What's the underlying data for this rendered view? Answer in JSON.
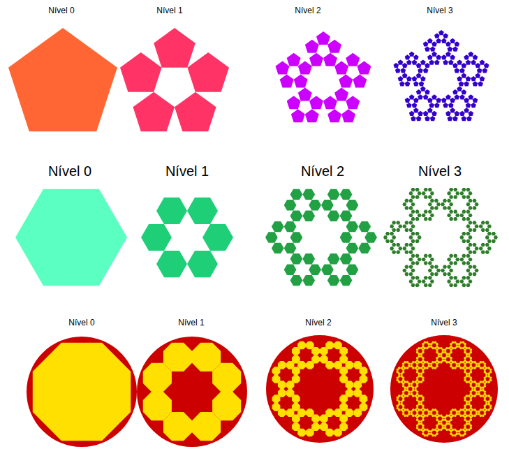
{
  "diagram": {
    "labels": [
      "Nível 0",
      "Nível 1",
      "Nível 2",
      "Nível 3",
      "Nível 0",
      "Nível 1",
      "Nível 2",
      "Nível 3",
      "Nível 0",
      "Nível 1",
      "Nível 2",
      "Nível 3"
    ]
  }
}
